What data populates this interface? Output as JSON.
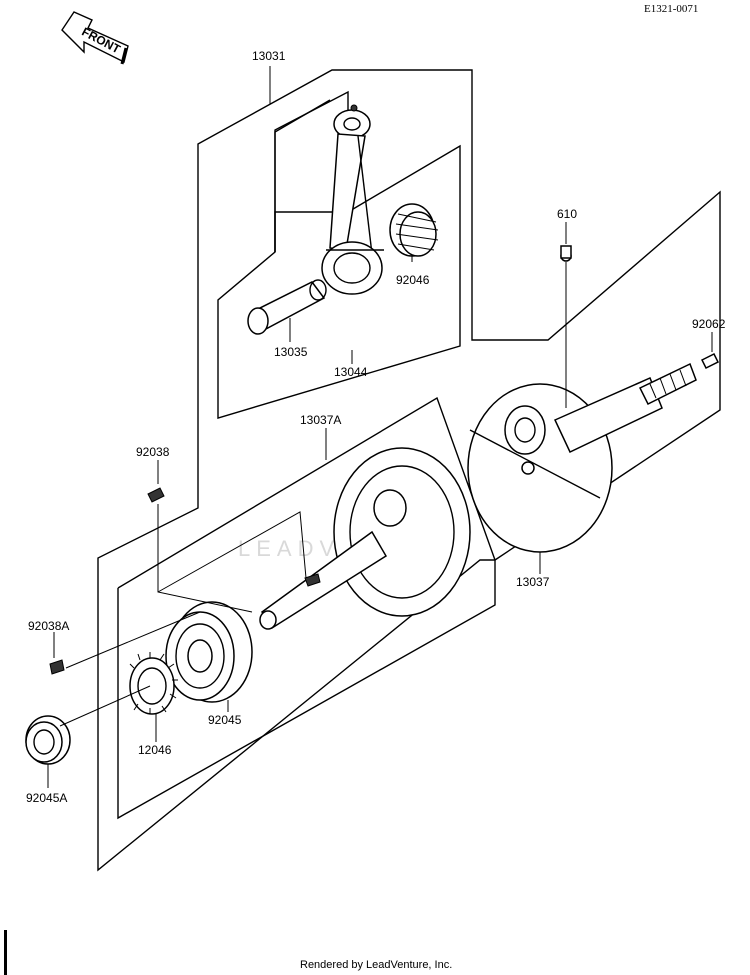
{
  "diagram_code": "E1321-0071",
  "front_label": "FRONT",
  "watermark": "LEADVENTURE",
  "footer": "Rendered by LeadVenture, Inc.",
  "parts": [
    {
      "id": "13031"
    },
    {
      "id": "92046"
    },
    {
      "id": "13035"
    },
    {
      "id": "13044"
    },
    {
      "id": "610"
    },
    {
      "id": "92062"
    },
    {
      "id": "13037A"
    },
    {
      "id": "92038"
    },
    {
      "id": "13037"
    },
    {
      "id": "92038A"
    },
    {
      "id": "92045"
    },
    {
      "id": "12046"
    },
    {
      "id": "92045A"
    }
  ]
}
